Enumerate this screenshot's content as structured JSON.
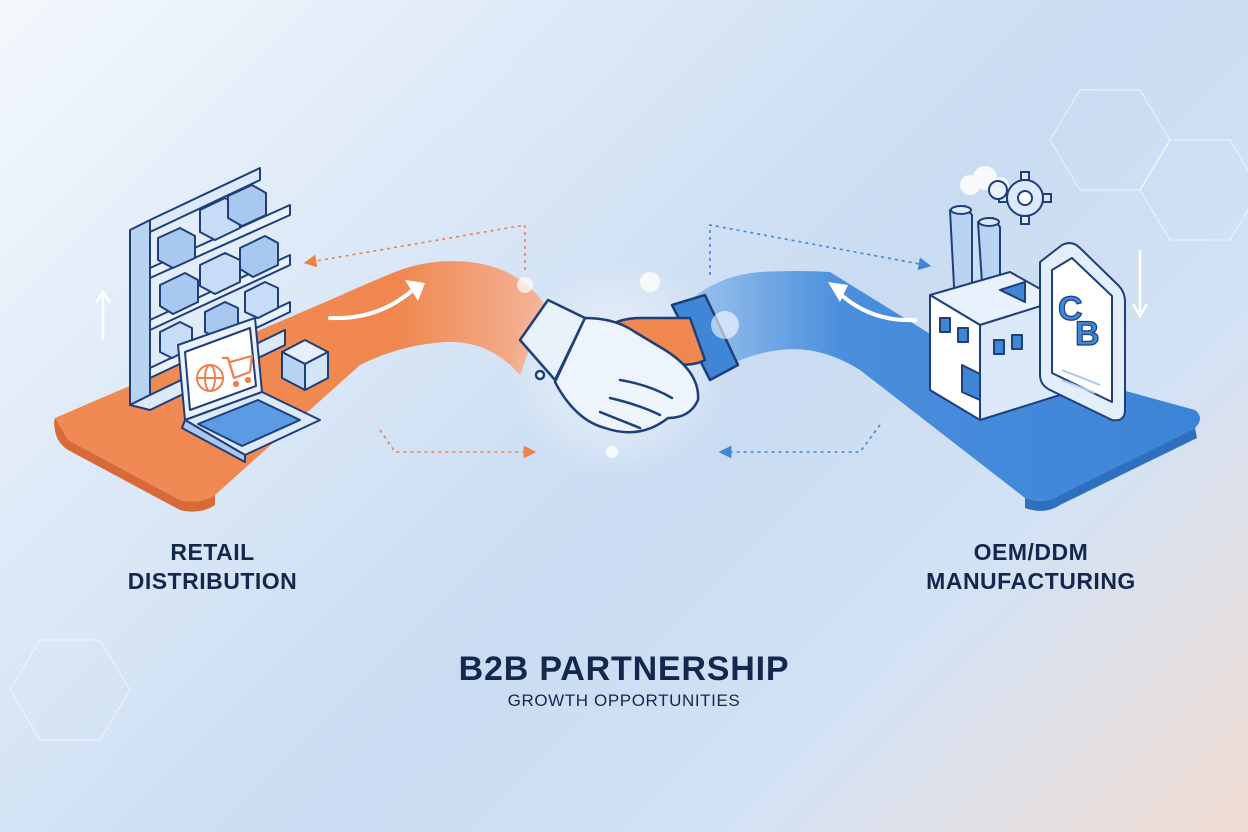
{
  "left_panel": {
    "title_lines": [
      "RETAIL",
      "DISTRIBUTION"
    ],
    "accent_color": "#ef7f4a",
    "icons": [
      "shelf-icon",
      "box-icon",
      "laptop-icon",
      "globe-icon",
      "cart-icon"
    ]
  },
  "right_panel": {
    "title_lines": [
      "OEM/DDM",
      "MANUFACTURING"
    ],
    "accent_color": "#3f86d6",
    "icons": [
      "factory-icon",
      "gear-icon",
      "document-icon"
    ]
  },
  "center": {
    "title": "B2B PARTNERSHIP",
    "subtitle": "GROWTH OPPORTUNITIES",
    "icon": "handshake-icon"
  },
  "colors": {
    "text_dark": "#14284d",
    "orange": "#ef7f4a",
    "blue": "#3f86d6",
    "outline": "#1f3f7a"
  }
}
